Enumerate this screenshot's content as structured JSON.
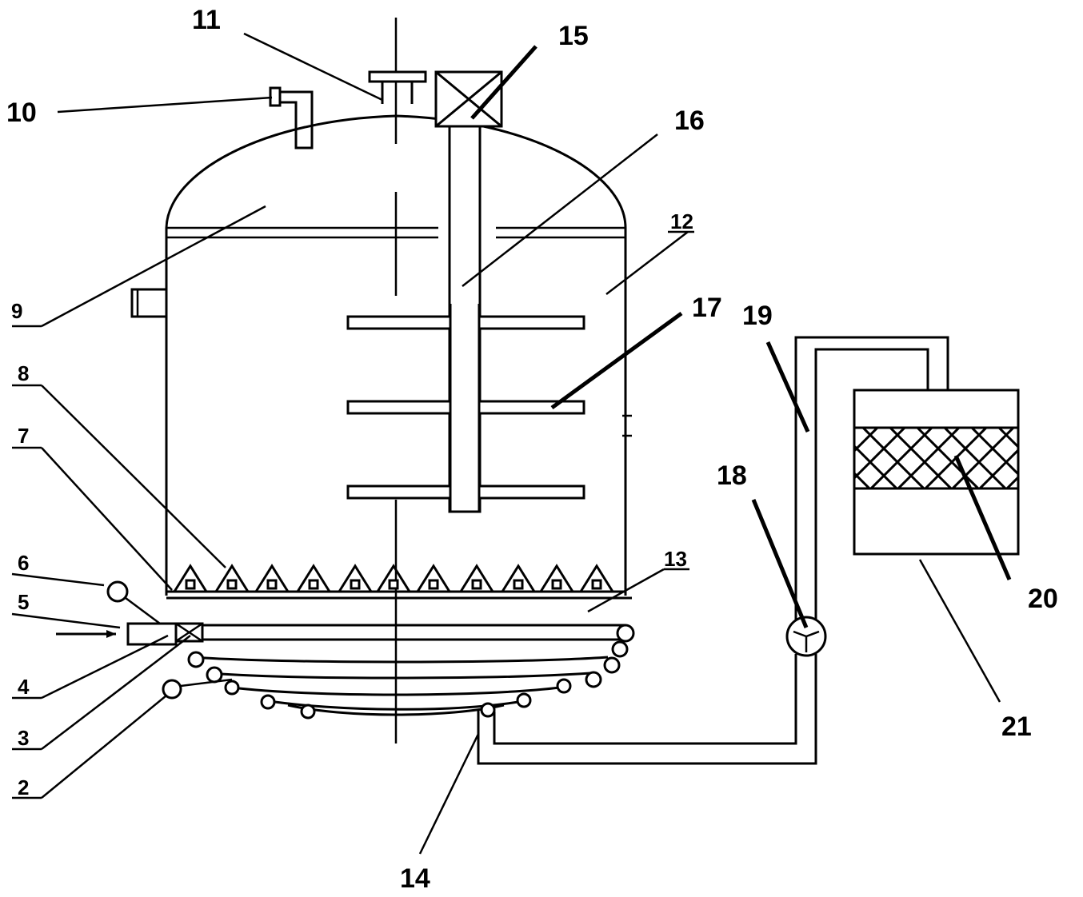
{
  "labels": {
    "l2": "2",
    "l3": "3",
    "l4": "4",
    "l5": "5",
    "l6": "6",
    "l7": "7",
    "l8": "8",
    "l9": "9",
    "l10": "10",
    "l11": "11",
    "l12": "12",
    "l13": "13",
    "l14": "14",
    "l15": "15",
    "l16": "16",
    "l17": "17",
    "l18": "18",
    "l19": "19",
    "l20": "20",
    "l21": "21"
  }
}
